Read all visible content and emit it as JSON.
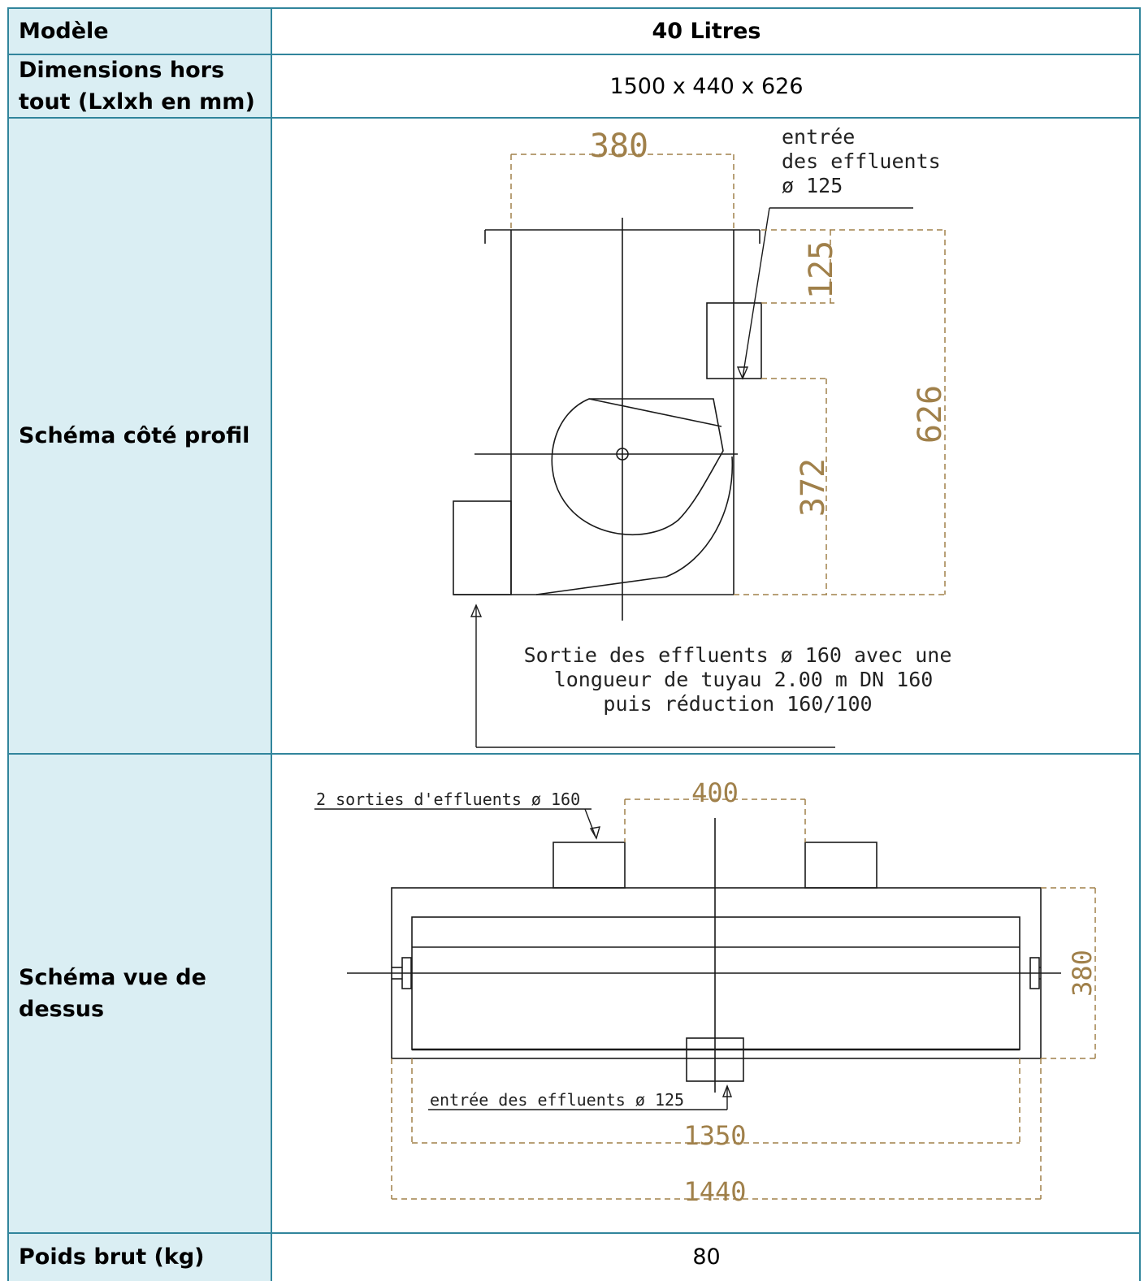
{
  "rows": {
    "model": {
      "label": "Modèle",
      "value": "40 Litres"
    },
    "dimensions": {
      "label": "Dimensions hors tout (Lxlxh en mm)",
      "value": "1500  x 440 x 626"
    },
    "profile": {
      "label": "Schéma côté profil",
      "drawing": {
        "dim_width": "380",
        "inlet_line1": "entrée",
        "inlet_line2": "des effluents",
        "inlet_line3": "ø 125",
        "dim_inlet": "125",
        "dim_height_total": "626",
        "dim_height_lower": "372",
        "outlet_line1": "Sortie des effluents ø 160 avec une",
        "outlet_line2": "longueur de tuyau 2.00 m DN 160",
        "outlet_line3": "puis réduction 160/100"
      }
    },
    "top_view": {
      "label": "Schéma vue de dessus",
      "drawing": {
        "outlets_label": "2 sorties d'effluents ø 160",
        "dim_outlets_spacing": "400",
        "dim_depth": "380",
        "inlet_label": "entrée des effluents ø 125",
        "dim_inner_length": "1350",
        "dim_outer_length": "1440"
      }
    },
    "weight": {
      "label": "Poids brut (kg)",
      "value": "80"
    }
  },
  "colors": {
    "border": "#31859c",
    "label_bg": "#daeef3",
    "dimension": "#a0804a",
    "drawing": "#1a1a1a"
  }
}
